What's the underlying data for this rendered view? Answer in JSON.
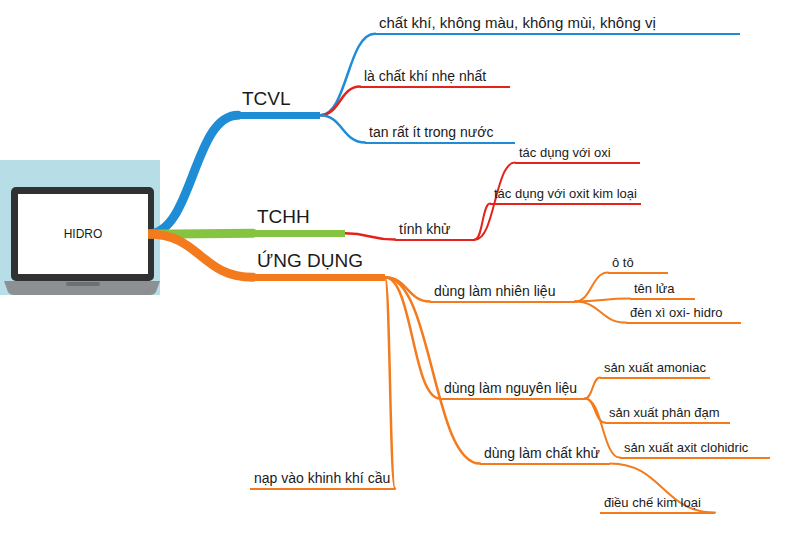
{
  "diagram": {
    "nodes": [
      {
        "text": [
          "HIDRO"
        ]
      },
      {
        "text": [
          "TCVL"
        ]
      },
      {
        "text": [
          "chất khí, không màu, không mùi, không vị"
        ]
      },
      {
        "text": [
          "là chất khí nhẹ nhất"
        ]
      },
      {
        "text": [
          "tan rất ít trong nước"
        ]
      },
      {
        "text": [
          "TCHH"
        ]
      },
      {
        "text": [
          "tính khử"
        ]
      },
      {
        "text": [
          "tác dụng với oxi"
        ]
      },
      {
        "text": [
          "tác dụng với oxit kim loại"
        ]
      },
      {
        "text": [
          "ỨNG DỤNG"
        ]
      },
      {
        "text": [
          "dùng làm nhiên liệu"
        ]
      },
      {
        "text": [
          "ô tô"
        ]
      },
      {
        "text": [
          "tên lửa"
        ]
      },
      {
        "text": [
          "đèn xì oxi- hidro"
        ]
      },
      {
        "text": [
          "dùng làm nguyên liệu"
        ]
      },
      {
        "text": [
          "sản xuất amoniac"
        ]
      },
      {
        "text": [
          "sản xuất phân đạm"
        ]
      },
      {
        "text": [
          "sản xuất axit clohidric"
        ]
      },
      {
        "text": [
          "dùng làm chất khử"
        ]
      },
      {
        "text": [
          "điều chế kim loại"
        ]
      },
      {
        "text": [
          "nạp vào khinh khí cầu"
        ]
      }
    ],
    "edges": [
      {
        "from": 0,
        "to": 1,
        "arrow": "none"
      },
      {
        "from": 1,
        "to": 2,
        "arrow": "none"
      },
      {
        "from": 1,
        "to": 3,
        "arrow": "none"
      },
      {
        "from": 1,
        "to": 4,
        "arrow": "none"
      },
      {
        "from": 0,
        "to": 5,
        "arrow": "none"
      },
      {
        "from": 5,
        "to": 6,
        "arrow": "none"
      },
      {
        "from": 6,
        "to": 7,
        "arrow": "none"
      },
      {
        "from": 6,
        "to": 8,
        "arrow": "none"
      },
      {
        "from": 0,
        "to": 9,
        "arrow": "none"
      },
      {
        "from": 9,
        "to": 10,
        "arrow": "none"
      },
      {
        "from": 10,
        "to": 11,
        "arrow": "none"
      },
      {
        "from": 10,
        "to": 12,
        "arrow": "none"
      },
      {
        "from": 10,
        "to": 13,
        "arrow": "none"
      },
      {
        "from": 9,
        "to": 14,
        "arrow": "none"
      },
      {
        "from": 14,
        "to": 15,
        "arrow": "none"
      },
      {
        "from": 14,
        "to": 16,
        "arrow": "none"
      },
      {
        "from": 14,
        "to": 17,
        "arrow": "none"
      },
      {
        "from": 9,
        "to": 18,
        "arrow": "none"
      },
      {
        "from": 18,
        "to": 19,
        "arrow": "none"
      },
      {
        "from": 9,
        "to": 20,
        "arrow": "none"
      }
    ]
  }
}
